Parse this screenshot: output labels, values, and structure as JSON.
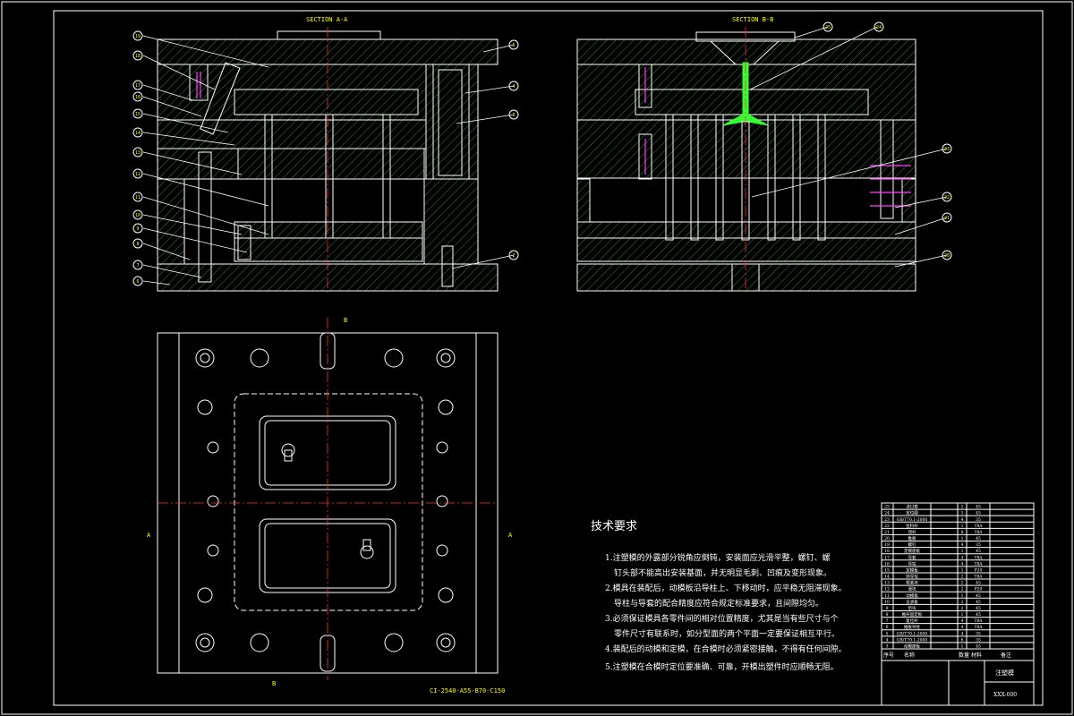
{
  "drawing": {
    "section_aa_title": "SECTION A-A",
    "section_bb_title": "SECTION B-B",
    "marker_a": "A",
    "marker_b": "B",
    "plan_label": "CI-2540-A55-B70-C150",
    "callouts_aa": [
      "1",
      "2",
      "3",
      "4",
      "5",
      "6",
      "7",
      "8",
      "9",
      "10",
      "11",
      "12",
      "13",
      "14",
      "15",
      "16",
      "17",
      "18",
      "19"
    ],
    "callouts_bb": [
      "20",
      "21",
      "22",
      "23",
      "24",
      "25"
    ]
  },
  "requirements": {
    "title": "技术要求",
    "items": [
      "1.注塑模的外露部分锐角应倒钝，安装面应光滑平整，螺钉、螺",
      "钉头部不能高出安装基面，并无明显毛刺、凹痕及变形现象。",
      "2.模具在装配后，动模板沿导柱上、下移动时，应平稳无阻滞现象。",
      "导柱与导套的配合精度应符合规定标准要求，且间隙均匀。",
      "3.必须保证模具各零件间的相对位置精度，尤其是当有些尺寸与个",
      "零件尺寸有联系时，如分型面的两个平面一定要保证相互平行。",
      "4.装配后的动模和定模，在合模时必须紧密接触，不得有任何间隙。",
      "5.注塑模在合模时定位要准确、可靠，开模出塑件时应顺畅无阻。"
    ]
  },
  "title_block": {
    "rows": [
      [
        "25",
        "浇口套",
        "1",
        "45",
        ""
      ],
      [
        "24",
        "定位圈",
        "1",
        "45",
        ""
      ],
      [
        "23",
        "GB/T70.1-2000",
        "4",
        "35",
        ""
      ],
      [
        "22",
        "拉料杆",
        "1",
        "T8A",
        ""
      ],
      [
        "21",
        "顶杆",
        "8",
        "T8A",
        ""
      ],
      [
        "20",
        "推板",
        "1",
        "45",
        ""
      ],
      [
        "19",
        "螺钉",
        "4",
        "35",
        ""
      ],
      [
        "18",
        "定模座板",
        "1",
        "45",
        ""
      ],
      [
        "17",
        "导套",
        "4",
        "T8A",
        ""
      ],
      [
        "16",
        "导柱",
        "4",
        "T8A",
        ""
      ],
      [
        "15",
        "定模板",
        "1",
        "P20",
        ""
      ],
      [
        "14",
        "斜导柱",
        "2",
        "T8A",
        ""
      ],
      [
        "13",
        "楔紧块",
        "2",
        "45",
        ""
      ],
      [
        "12",
        "滑块",
        "2",
        "P20",
        ""
      ],
      [
        "11",
        "动模板",
        "1",
        "45",
        ""
      ],
      [
        "10",
        "支承板",
        "1",
        "45",
        ""
      ],
      [
        "9",
        "垫块",
        "2",
        "45",
        ""
      ],
      [
        "8",
        "推杆固定板",
        "1",
        "45",
        ""
      ],
      [
        "7",
        "复位杆",
        "4",
        "T8A",
        ""
      ],
      [
        "6",
        "推板导柱",
        "4",
        "T8A",
        ""
      ],
      [
        "5",
        "GB/T70.1-2000",
        "4",
        "35",
        ""
      ],
      [
        "4",
        "GB/T70.1-2000",
        "6",
        "35",
        ""
      ],
      [
        "3",
        "动模座板",
        "1",
        "45",
        ""
      ]
    ],
    "header": [
      "序号",
      "名称",
      "数量",
      "材料",
      "备注"
    ],
    "drawing_title": "注塑模",
    "drawing_no": "XXX-000"
  },
  "colors": {
    "line": "#ffffff",
    "text": "#ffff00",
    "center": "#ff3030",
    "highlight": "#33ff33",
    "spring": "#ff40ff"
  }
}
